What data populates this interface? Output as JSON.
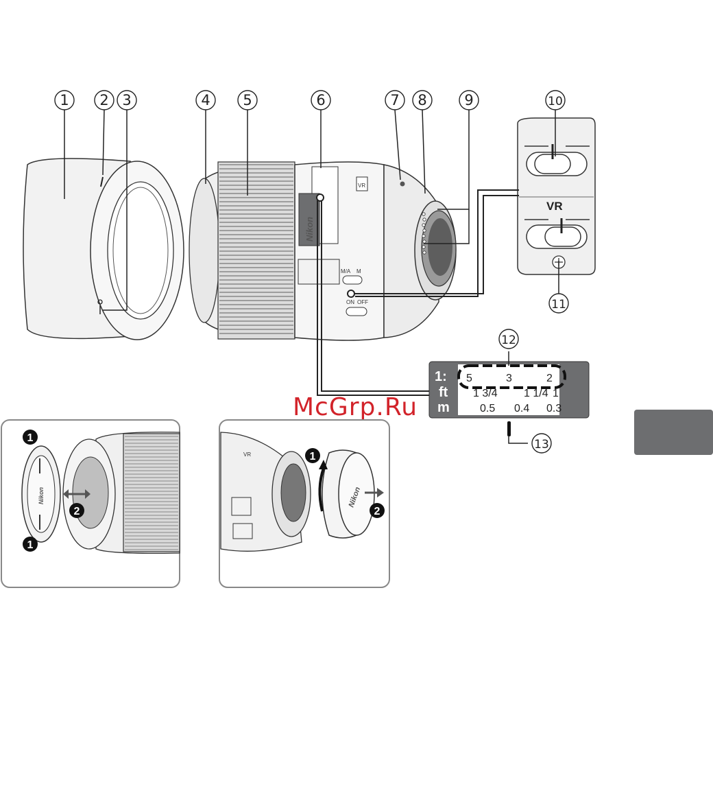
{
  "callouts": [
    "1",
    "2",
    "3",
    "4",
    "5",
    "6",
    "7",
    "8",
    "9",
    "10",
    "11",
    "12",
    "13"
  ],
  "scale": {
    "row_labels": [
      "1:",
      "ft",
      "m"
    ],
    "ratio_values": [
      "5",
      "3",
      "2"
    ],
    "ft_values": [
      "1 3/4",
      "1 1/4",
      "1"
    ],
    "m_values": [
      "0.5",
      "0.4",
      "0.3"
    ]
  },
  "switch_panel": {
    "vr_label": "VR"
  },
  "lens_markings": {
    "brand": "Nikon",
    "vr_badge": "VR",
    "ma_label": "M/A",
    "m_label": "M",
    "on_label": "ON",
    "off_label": "OFF"
  },
  "step_badges": {
    "front": [
      "1",
      "2",
      "1"
    ],
    "rear": [
      "1",
      "2"
    ]
  },
  "watermark": "McGrp.Ru",
  "colors": {
    "tab": "#6d6e70",
    "scale_bg": "#6d6e70",
    "watermark": "#d2232a"
  }
}
